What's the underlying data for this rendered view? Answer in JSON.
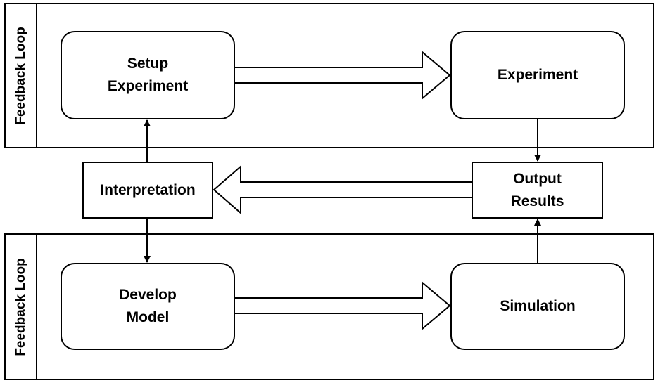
{
  "top_band": {
    "label": "Feedback Loop"
  },
  "bottom_band": {
    "label": "Feedback Loop"
  },
  "nodes": {
    "setup_experiment": "Setup\nExperiment",
    "experiment": "Experiment",
    "interpretation": "Interpretation",
    "output_results": "Output\nResults",
    "develop_model": "Develop\nModel",
    "simulation": "Simulation"
  },
  "edges": [
    {
      "from": "Setup Experiment",
      "to": "Experiment",
      "style": "hollow-block"
    },
    {
      "from": "Experiment",
      "to": "Output Results",
      "style": "solid"
    },
    {
      "from": "Output Results",
      "to": "Interpretation",
      "style": "hollow-block"
    },
    {
      "from": "Interpretation",
      "to": "Setup Experiment",
      "style": "solid"
    },
    {
      "from": "Interpretation",
      "to": "Develop Model",
      "style": "solid"
    },
    {
      "from": "Develop Model",
      "to": "Simulation",
      "style": "hollow-block"
    },
    {
      "from": "Simulation",
      "to": "Output Results",
      "style": "solid"
    }
  ],
  "colors": {
    "stroke": "#000000",
    "fill": "#ffffff"
  }
}
